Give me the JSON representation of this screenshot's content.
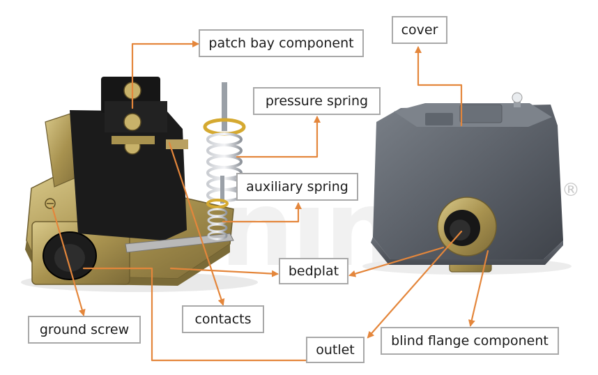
{
  "watermark": {
    "text": "monino",
    "registered": "®"
  },
  "colors": {
    "arrow": "#e4863b",
    "box_border": "#a8a8a8",
    "cover": "#5b6069",
    "metal": "#b9a060"
  },
  "labels": {
    "patch_bay_component": "patch bay component",
    "pressure_spring": "pressure spring",
    "auxiliary_spring": "auxiliary spring",
    "bedplat": "bedplat",
    "ground_screw": "ground screw",
    "contacts": "contacts",
    "outlet": "outlet",
    "cover": "cover",
    "blind_flange_component": "blind flange component"
  }
}
